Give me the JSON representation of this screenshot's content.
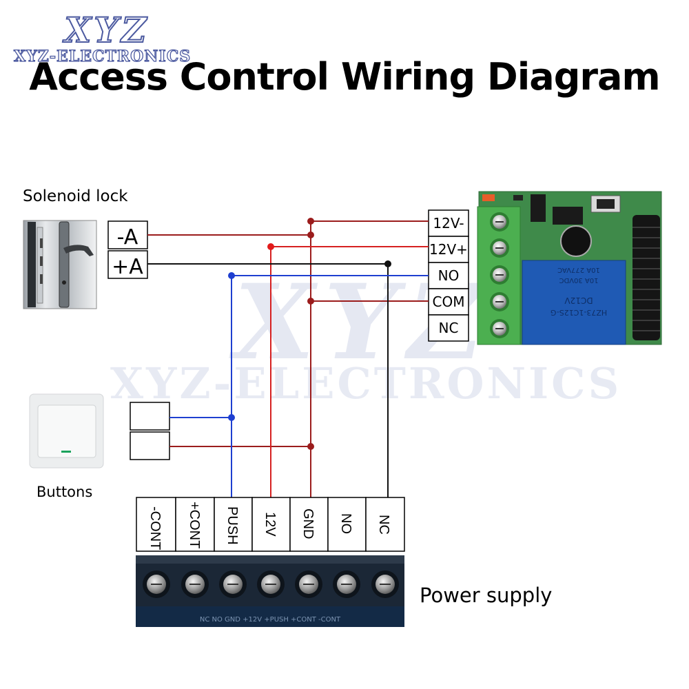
{
  "brand": {
    "logo_big": "XYZ",
    "logo_small": "XYZ-ELECTRONICS"
  },
  "title": "Access Control Wiring Diagram",
  "watermark": {
    "big": "XYZ",
    "text": "XYZ-ELECTRONICS"
  },
  "lock": {
    "label": "Solenoid lock",
    "terminals": [
      "-A",
      "+A"
    ]
  },
  "button": {
    "label": "Buttons"
  },
  "relay": {
    "terminals": [
      "12V-",
      "12V+",
      "NO",
      "COM",
      "NC"
    ],
    "relay_text": [
      "10A 277VAC",
      "10A 30VDC",
      "DC12V",
      "HZ73-1C12S-G"
    ]
  },
  "power_supply": {
    "label": "Power supply",
    "terminals": [
      "-CONT",
      "+CONT",
      "PUSH",
      "12V",
      "GND",
      "NO",
      "NC"
    ],
    "strip_text": "NC   NO   GND   +12V   +PUSH   +CONT   -CONT"
  },
  "colors": {
    "dark_red": "#9b1c1c",
    "red": "#e21b1b",
    "blue": "#1e3fd0",
    "black": "#111111",
    "terminal_green": "#4caf50",
    "relay_blue": "#1f5ab4",
    "board_green": "#3f8a4a"
  }
}
